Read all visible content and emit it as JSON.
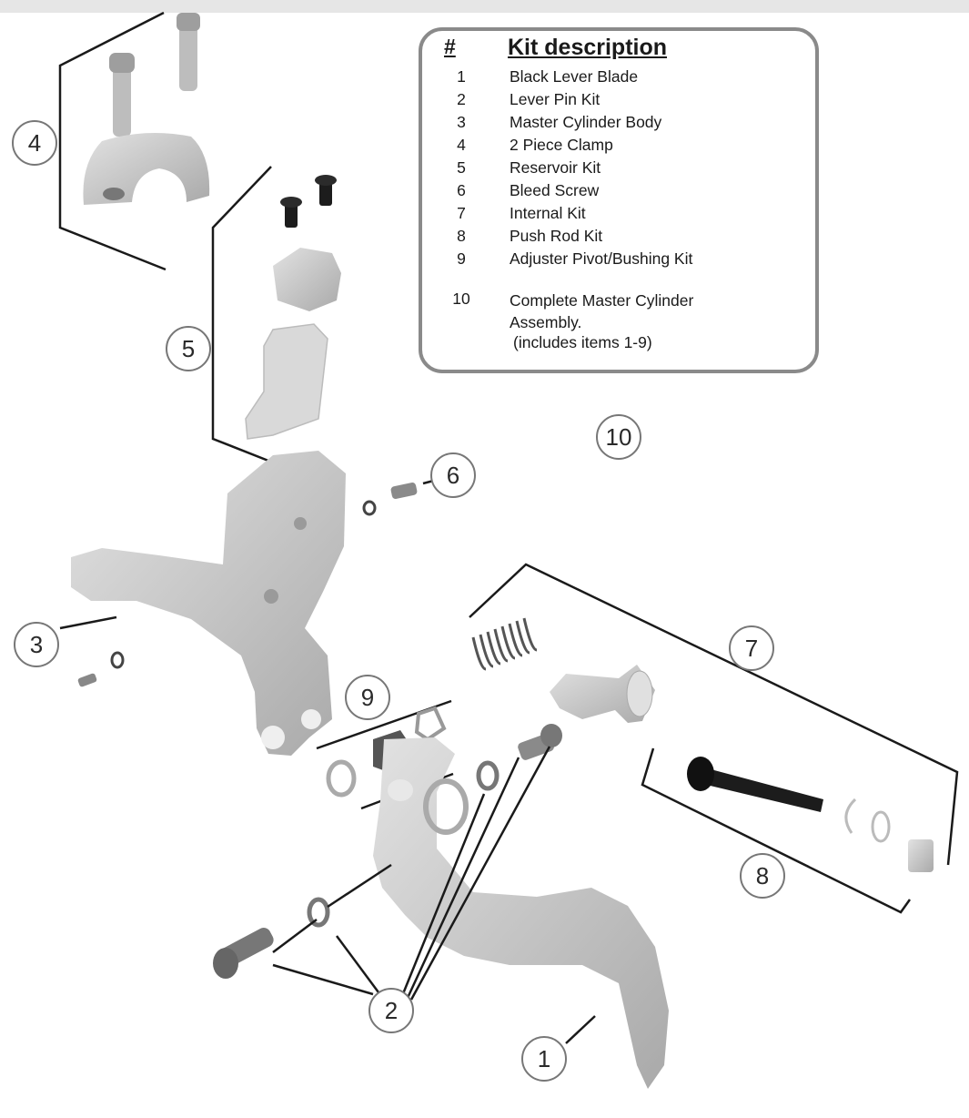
{
  "legend": {
    "header_num": "#",
    "header_desc": "Kit description",
    "items": [
      {
        "num": "1",
        "desc": "Black Lever Blade"
      },
      {
        "num": "2",
        "desc": "Lever Pin Kit"
      },
      {
        "num": "3",
        "desc": "Master Cylinder Body"
      },
      {
        "num": "4",
        "desc": "2 Piece Clamp"
      },
      {
        "num": "5",
        "desc": "Reservoir Kit"
      },
      {
        "num": "6",
        "desc": "Bleed Screw"
      },
      {
        "num": "7",
        "desc": "Internal Kit"
      },
      {
        "num": "8",
        "desc": "Push Rod Kit"
      },
      {
        "num": "9",
        "desc": "Adjuster Pivot/Bushing Kit"
      }
    ],
    "assembly": {
      "num": "10",
      "line1": "Complete  Master Cylinder",
      "line2": "Assembly.",
      "line3": "(includes items 1-9)"
    }
  },
  "callouts": {
    "c1": "1",
    "c2": "2",
    "c3": "3",
    "c4": "4",
    "c5": "5",
    "c6": "6",
    "c7": "7",
    "c8": "8",
    "c9": "9",
    "c10": "10"
  },
  "colors": {
    "part_fill": "#c9c9c9",
    "part_shadow": "#a6a6a6",
    "dark_part": "#2b2b2b",
    "line": "#1a1a1a",
    "callout_ring": "#777777",
    "legend_border": "#8a8a8a"
  }
}
